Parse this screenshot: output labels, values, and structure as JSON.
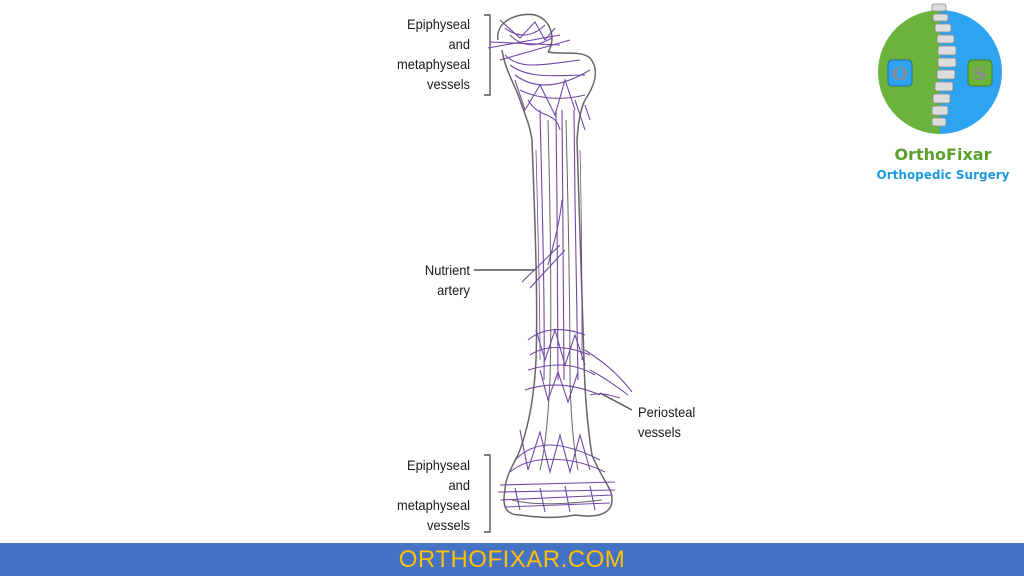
{
  "diagram": {
    "labels": {
      "top": [
        "Epiphyseal",
        "and",
        "metaphyseal",
        "vessels"
      ],
      "nutrient": [
        "Nutrient",
        "artery"
      ],
      "periosteal": [
        "Periosteal",
        "vessels"
      ],
      "bottom": [
        "Epiphyseal",
        "and",
        "metaphyseal",
        "vessels"
      ]
    },
    "vessel_color": "#6a3fa0",
    "outline_color": "#555555"
  },
  "logo": {
    "badge_letters": [
      "O",
      "S"
    ],
    "name": "OrthoFixar",
    "tagline": "Orthopedic Surgery",
    "colors": {
      "left": "#6cb33e",
      "right": "#2ea3f2",
      "name": "#5aa02c",
      "tagline": "#1e9be0"
    }
  },
  "footer": {
    "text": "ORTHOFIXAR.COM",
    "background": "#4472c4",
    "text_color": "#ffc000"
  }
}
